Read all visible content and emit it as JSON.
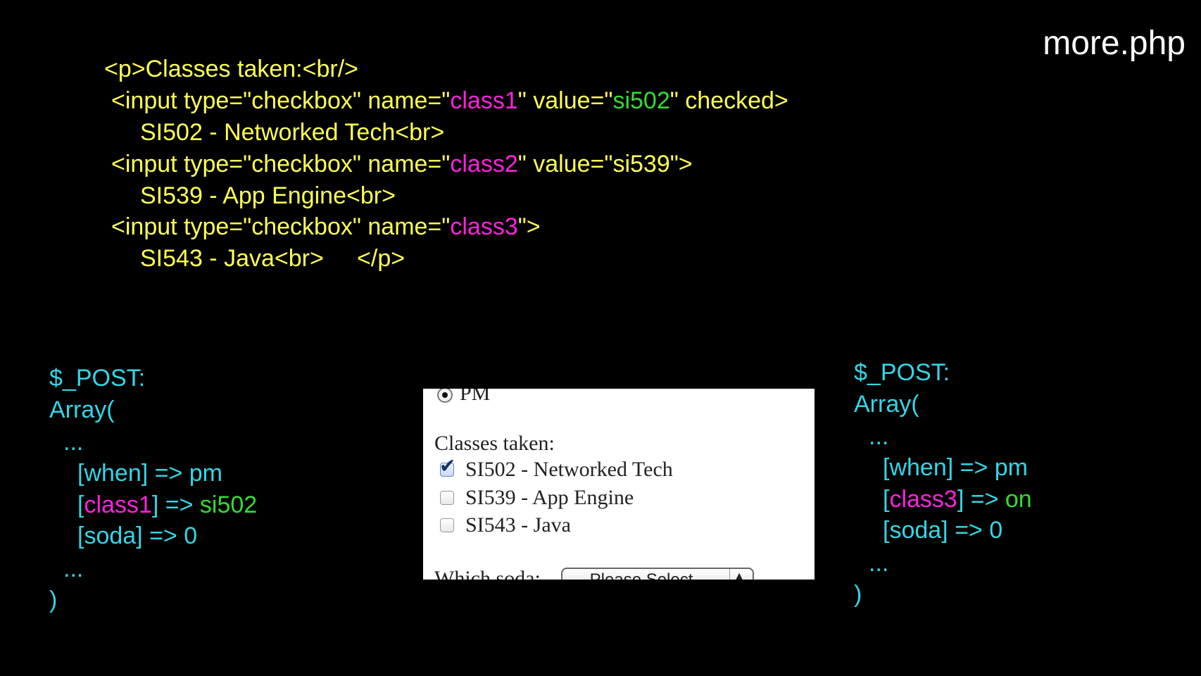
{
  "slide": {
    "title": "more.php"
  },
  "code": {
    "l1": "<p>Classes taken:<br/>",
    "l2a": "<input type=\"checkbox\" name=\"",
    "l2b": "class1",
    "l2c": "\" value=\"",
    "l2d": "si502",
    "l2e": "\" checked>",
    "l3": "SI502 - Networked Tech<br>",
    "l4a": "<input type=\"checkbox\" name=\"",
    "l4b": "class2",
    "l4c": "\" value=\"si539\">",
    "l5": "SI539 - App Engine<br>",
    "l6a": "<input type=\"checkbox\" name=\"",
    "l6b": "class3",
    "l6c": "\">",
    "l7": "SI543 - Java<br>     </p>"
  },
  "post_left": {
    "header": "$_POST:",
    "array_open": "Array(",
    "ellipsis_top": "...",
    "when": "[when] => pm",
    "class_open": "[",
    "class_key": "class1",
    "class_mid": "] => ",
    "class_val": "si502",
    "soda": "[soda] => 0",
    "ellipsis_bottom": "...",
    "array_close": ")"
  },
  "post_right": {
    "header": "$_POST:",
    "array_open": "Array(",
    "ellipsis_top": "...",
    "when": "[when] => pm",
    "class_open": "[",
    "class_key": "class3",
    "class_mid": "] => ",
    "class_val": "on",
    "soda": "[soda] => 0",
    "ellipsis_bottom": "...",
    "array_close": ")"
  },
  "screenshot": {
    "radio_label": "PM",
    "radio_selected": true,
    "heading": "Classes taken:",
    "checkboxes": [
      {
        "label": "SI502 - Networked Tech",
        "checked": true
      },
      {
        "label": "SI539 - App Engine",
        "checked": false
      },
      {
        "label": "SI543 - Java",
        "checked": false
      }
    ],
    "soda_label": "Which soda:",
    "soda_select": "-- Please Select --"
  },
  "colors": {
    "background": "#000000",
    "code_text": "#ffff55",
    "post_text": "#33d6e6",
    "key_highlight": "#ff22dd",
    "value_highlight": "#33dd33",
    "title": "#ffffff"
  }
}
